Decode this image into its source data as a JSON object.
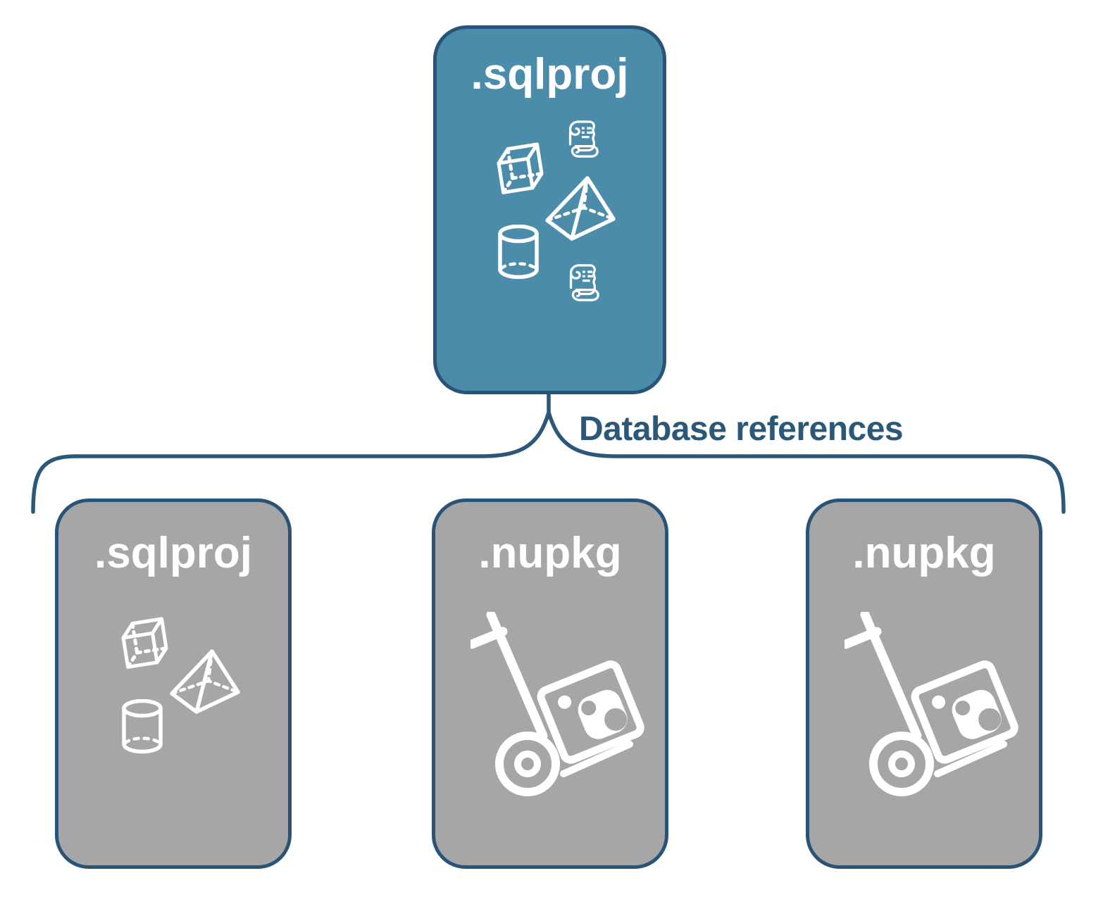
{
  "diagram": {
    "root": {
      "label": ".sqlproj",
      "icons": [
        "scroll-icon",
        "cube-icon",
        "pyramid-icon",
        "cylinder-icon",
        "scroll-icon"
      ]
    },
    "connector_label": "Database references",
    "children": [
      {
        "label": ".sqlproj",
        "icons": [
          "cube-icon",
          "pyramid-icon",
          "cylinder-icon"
        ]
      },
      {
        "label": ".nupkg",
        "icons": [
          "nuget-dolly-icon"
        ]
      },
      {
        "label": ".nupkg",
        "icons": [
          "nuget-dolly-icon"
        ]
      }
    ],
    "colors": {
      "root_fill": "#4a8caa",
      "child_fill": "#a6a6a6",
      "outline": "#2a5477",
      "label_text": "#ffffff",
      "connector_color": "#2b5878"
    }
  }
}
